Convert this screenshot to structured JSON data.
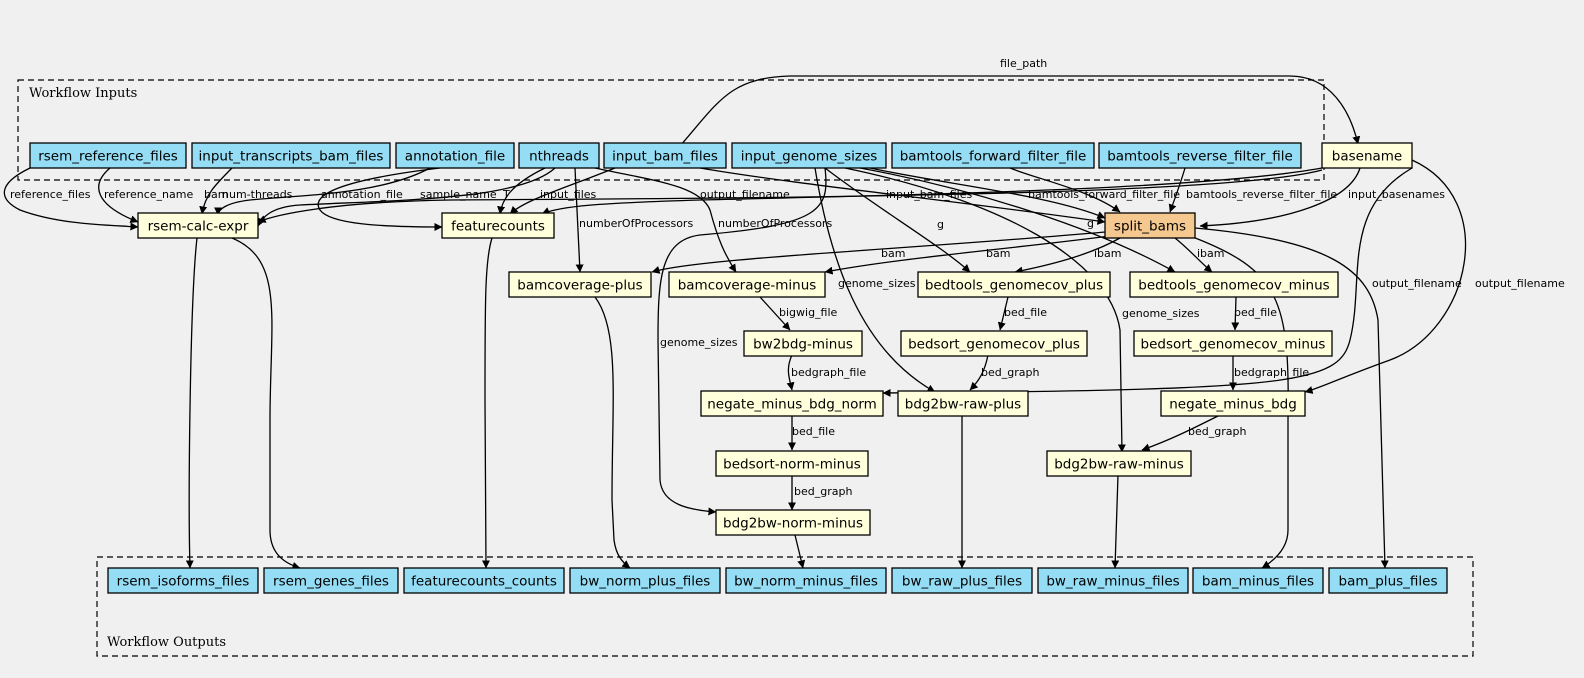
{
  "clusters": {
    "inputs_label": "Workflow Inputs",
    "outputs_label": "Workflow Outputs"
  },
  "colors": {
    "background": "#f0f0f0",
    "io_fill": "#94ddf4",
    "step_fill": "#ffffdc",
    "subworkflow_fill": "#f4c88f"
  },
  "nodes": {
    "in_rsem_reference_files": "rsem_reference_files",
    "in_input_transcripts_bam_files": "input_transcripts_bam_files",
    "in_annotation_file": "annotation_file",
    "in_nthreads": "nthreads",
    "in_input_bam_files": "input_bam_files",
    "in_input_genome_sizes": "input_genome_sizes",
    "in_bamtools_forward_filter_file": "bamtools_forward_filter_file",
    "in_bamtools_reverse_filter_file": "bamtools_reverse_filter_file",
    "basename": "basename",
    "rsem_calc_expr": "rsem-calc-expr",
    "featurecounts": "featurecounts",
    "split_bams": "split_bams",
    "bamcoverage_plus": "bamcoverage-plus",
    "bamcoverage_minus": "bamcoverage-minus",
    "bedtools_genomecov_plus": "bedtools_genomecov_plus",
    "bedtools_genomecov_minus": "bedtools_genomecov_minus",
    "bw2bdg_minus": "bw2bdg-minus",
    "bedsort_genomecov_plus": "bedsort_genomecov_plus",
    "bedsort_genomecov_minus": "bedsort_genomecov_minus",
    "negate_minus_bdg_norm": "negate_minus_bdg_norm",
    "bdg2bw_raw_plus": "bdg2bw-raw-plus",
    "negate_minus_bdg": "negate_minus_bdg",
    "bedsort_norm_minus": "bedsort-norm-minus",
    "bdg2bw_raw_minus": "bdg2bw-raw-minus",
    "bdg2bw_norm_minus": "bdg2bw-norm-minus",
    "out_rsem_isoforms_files": "rsem_isoforms_files",
    "out_rsem_genes_files": "rsem_genes_files",
    "out_featurecounts_counts": "featurecounts_counts",
    "out_bw_norm_plus_files": "bw_norm_plus_files",
    "out_bw_norm_minus_files": "bw_norm_minus_files",
    "out_bw_raw_plus_files": "bw_raw_plus_files",
    "out_bw_raw_minus_files": "bw_raw_minus_files",
    "out_bam_minus_files": "bam_minus_files",
    "out_bam_plus_files": "bam_plus_files"
  },
  "edge_labels": {
    "file_path": "file_path",
    "reference_files": "reference_files",
    "reference_name": "reference_name",
    "bam": "bam",
    "num_threads": "num-threads",
    "annotation_file": "annotation_file",
    "sample_name": "sample_name",
    "T": "T",
    "input_files": "input_files",
    "output_filename_fc": "output_filename",
    "input_bam_files": "input_bam_files",
    "bamtools_forward_filter_file": "bamtools_forward_filter_file",
    "bamtools_reverse_filter_file": "bamtools_reverse_filter_file",
    "input_basenames": "input_basenames",
    "g_split": "g",
    "g_genomecov": "g",
    "numberOfProcessors_plus": "numberOfProcessors",
    "numberOfProcessors_minus": "numberOfProcessors",
    "bam_plus": "bam",
    "bam_minus": "bam",
    "ibam_plus": "ibam",
    "ibam_minus": "ibam",
    "genome_sizes_raw_plus": "genome_sizes",
    "genome_sizes_raw_minus": "genome_sizes",
    "genome_sizes_norm": "genome_sizes",
    "output_filename_norm": "output_filename",
    "output_filename_bdg": "output_filename",
    "bigwig_file": "bigwig_file",
    "bed_file_plus": "bed_file",
    "bed_file_minus": "bed_file",
    "bedgraph_file_norm": "bedgraph_file",
    "bedgraph_file": "bedgraph_file",
    "bed_graph_plus": "bed_graph",
    "bed_graph_minus": "bed_graph",
    "bed_file_norm": "bed_file",
    "bed_graph_norm": "bed_graph"
  }
}
